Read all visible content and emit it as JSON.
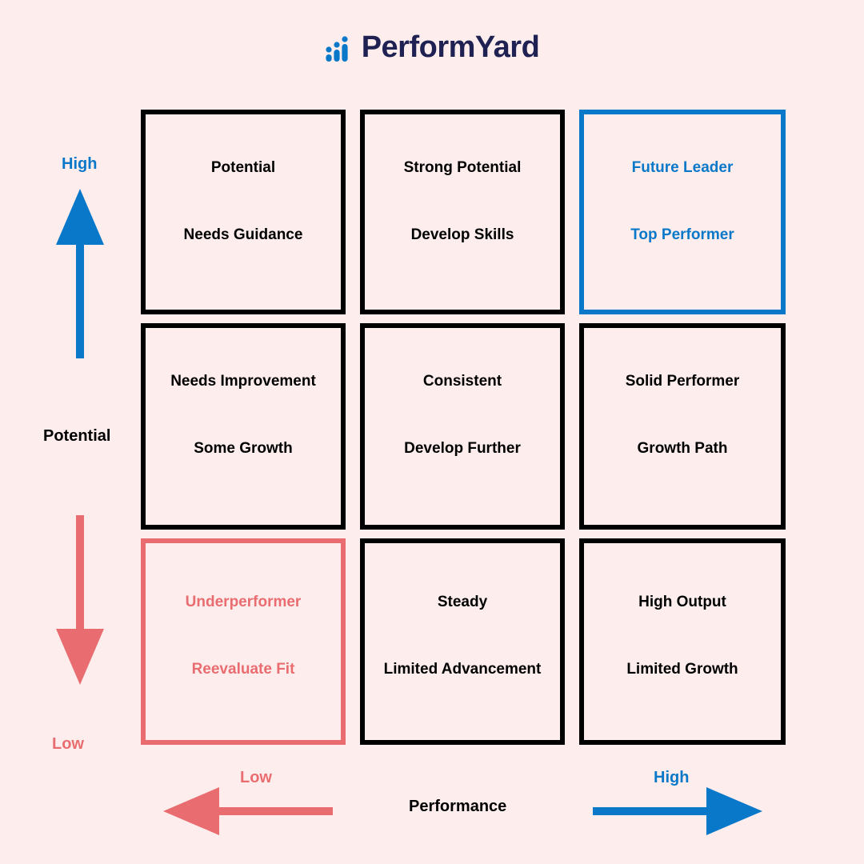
{
  "brand": {
    "name": "PerformYard",
    "colors": {
      "navy": "#1f2153",
      "blue": "#0a78c9",
      "red": "#e96d70",
      "background": "#fdeeed"
    }
  },
  "y_axis": {
    "label": "Potential",
    "high": "High",
    "low": "Low"
  },
  "x_axis": {
    "label": "Performance",
    "high": "High",
    "low": "Low"
  },
  "grid": [
    {
      "title": "Potential",
      "subtitle": "Needs Guidance",
      "potential": "High",
      "performance": "Low"
    },
    {
      "title": "Strong Potential",
      "subtitle": "Develop Skills",
      "potential": "High",
      "performance": "Medium"
    },
    {
      "title": "Future Leader",
      "subtitle": "Top Performer",
      "potential": "High",
      "performance": "High",
      "accent": "blue"
    },
    {
      "title": "Needs Improvement",
      "subtitle": "Some Growth",
      "potential": "Medium",
      "performance": "Low"
    },
    {
      "title": "Consistent",
      "subtitle": "Develop Further",
      "potential": "Medium",
      "performance": "Medium"
    },
    {
      "title": "Solid Performer",
      "subtitle": "Growth Path",
      "potential": "Medium",
      "performance": "High"
    },
    {
      "title": "Underperformer",
      "subtitle": "Reevaluate Fit",
      "potential": "Low",
      "performance": "Low",
      "accent": "red"
    },
    {
      "title": "Steady",
      "subtitle": "Limited Advancement",
      "potential": "Low",
      "performance": "Medium"
    },
    {
      "title": "High Output",
      "subtitle": "Limited Growth",
      "potential": "Low",
      "performance": "High"
    }
  ]
}
